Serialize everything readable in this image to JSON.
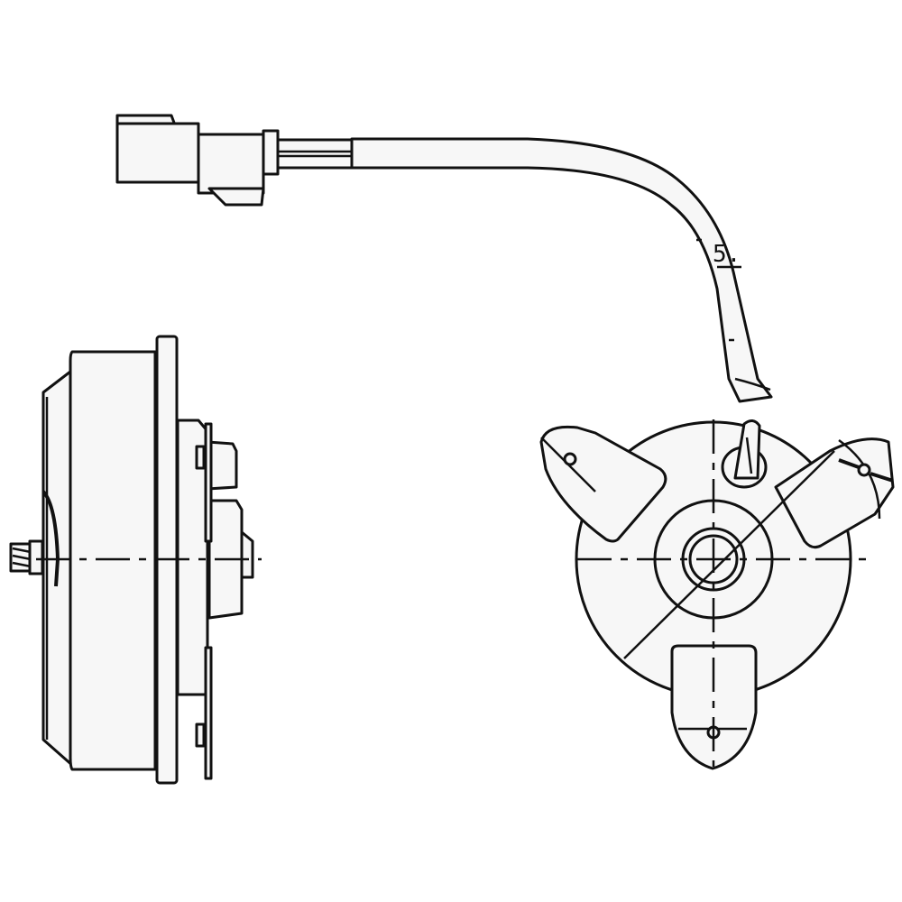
{
  "drawing": {
    "type": "technical line drawing",
    "subject": "radiator fan motor with wiring harness and connector",
    "views": [
      {
        "name": "side-view",
        "description": "motor side profile with threaded shaft and mounting flange"
      },
      {
        "name": "front-view",
        "description": "motor end view with three mounting ears and central bearing"
      }
    ],
    "annotations": [
      {
        "text": "5.",
        "location": "cable bend"
      }
    ],
    "colors": {
      "line": "#111111",
      "fill": "#f7f7f7",
      "background": "#ffffff"
    }
  }
}
